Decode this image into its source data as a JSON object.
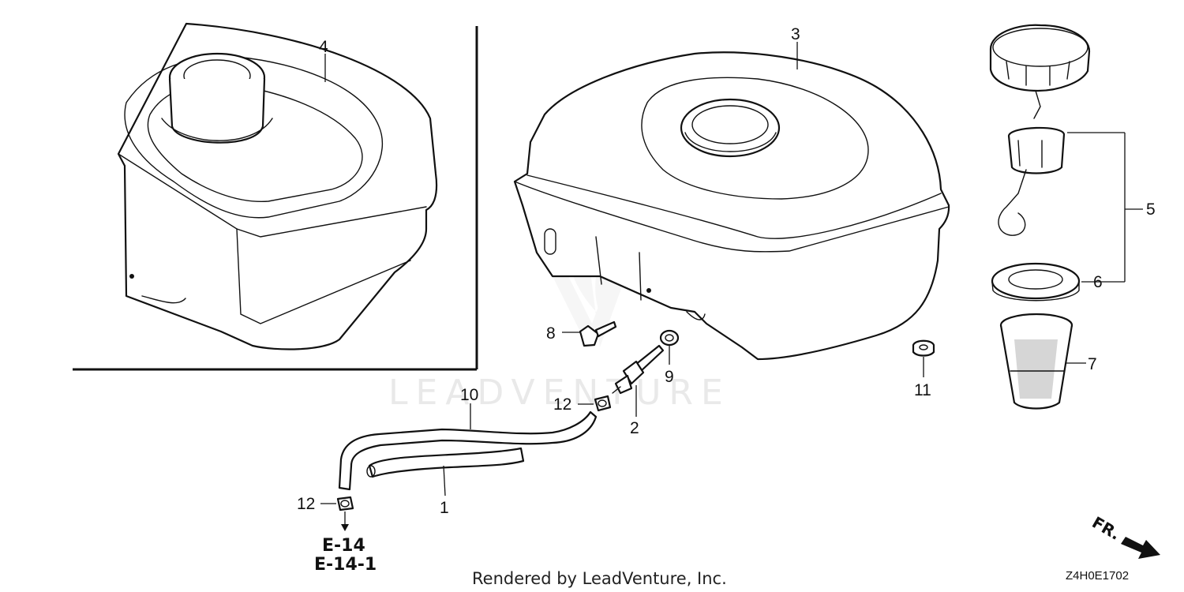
{
  "diagram": {
    "watermark": "LEADVENTURE",
    "rendered_by": "Rendered by LeadVenture, Inc.",
    "diagram_code": "Z4H0E1702",
    "front_arrow_label": "FR.",
    "reference_pages": [
      "E-14",
      "E-14-1"
    ],
    "callouts": {
      "fuel_tank_inset": "4",
      "fuel_tank": "3",
      "filler_cap_assembly": "5",
      "cap_gasket": "6",
      "fuel_strainer": "7",
      "flange_bolt": "8",
      "washer": "9",
      "fuel_cock": "2",
      "fuel_tube_upper": "10",
      "clip_upper": "12",
      "fuel_tube_lower": "1",
      "clip_lower": "12",
      "cap_nut": "11"
    }
  }
}
